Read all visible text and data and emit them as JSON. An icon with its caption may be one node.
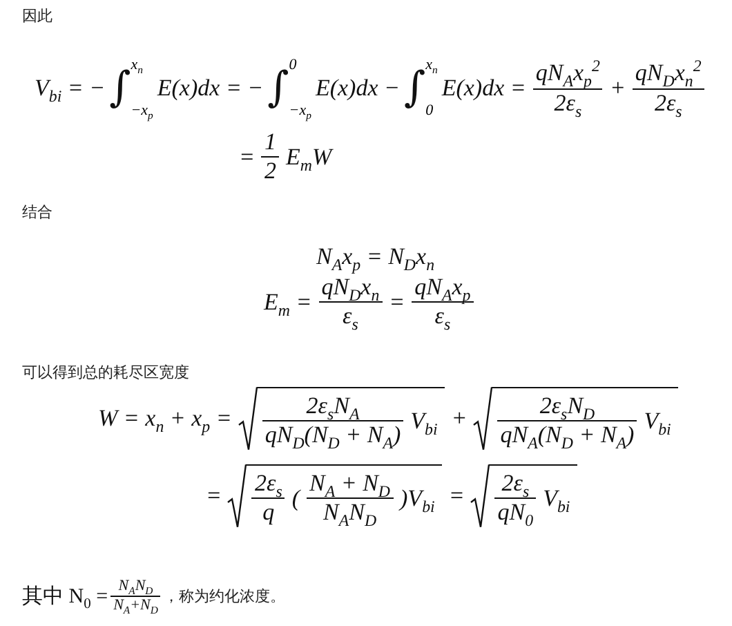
{
  "diagram": {
    "labels": [
      "因此",
      "V$_{bi}$ = −",
      "∫",
      "x$_{n}$",
      "−x$_{p}$",
      "E(x)dx = −",
      "∫",
      "0",
      "−x$_{p}$",
      "E(x)dx −",
      "∫",
      "x$_{n}$",
      "0",
      "E(x)dx =",
      "qN$_{A}$x$_{p}$$^{2}$",
      "2ε$_{s}$",
      "+",
      "qN$_{D}$x$_{n}$$^{2}$",
      "2ε$_{s}$",
      "=",
      "1",
      "2",
      "E$_{m}$W",
      "结合",
      "N$_{A}$x$_{p}$ = N$_{D}$x$_{n}$",
      "E$_{m}$ =",
      "qN$_{D}$x$_{n}$",
      "ε$_{s}$",
      "=",
      "qN$_{A}$x$_{p}$",
      "ε$_{s}$",
      "可以得到总的耗尽区宽度",
      "W = x$_{n}$ + x$_{p}$ =",
      "2ε$_{s}$N$_{A}$",
      "qN$_{D}$(N$_{D}$ + N$_{A}$)",
      "V$_{bi}$",
      "+",
      "2ε$_{s}$N$_{D}$",
      "qN$_{A}$(N$_{D}$ + N$_{A}$)",
      "V$_{bi}$",
      "=",
      "2ε$_{s}$",
      "q",
      "(",
      "N$_{A}$ + N$_{D}$",
      "N$_{A}$N$_{D}$",
      ")V$_{bi}$",
      "=",
      "2ε$_{s}$",
      "qN$_{0}$",
      "V$_{bi}$",
      "其中 N$_{0}$ =",
      "N$_{A}$N$_{D}$",
      "N$_{A}$+N$_{D}$",
      "，称为约化浓度。"
    ]
  }
}
